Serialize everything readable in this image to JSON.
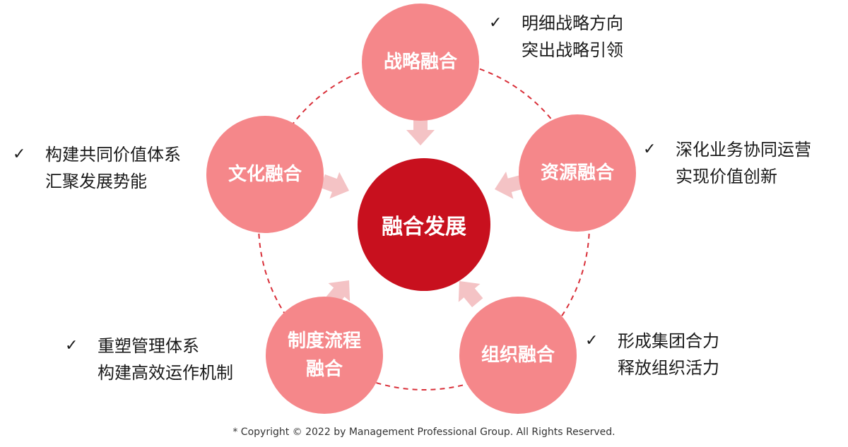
{
  "center": {
    "label": "融合发展",
    "color": "#c8101e"
  },
  "nodes": [
    {
      "id": "strategy",
      "lines": [
        "战略融合"
      ]
    },
    {
      "id": "resource",
      "lines": [
        "资源融合"
      ]
    },
    {
      "id": "organization",
      "lines": [
        "组织融合"
      ]
    },
    {
      "id": "process",
      "lines": [
        "制度流程",
        "融合"
      ]
    },
    {
      "id": "culture",
      "lines": [
        "文化融合"
      ]
    }
  ],
  "notes": [
    {
      "id": "strategy",
      "lines": [
        "明细战略方向",
        "突出战略引领"
      ]
    },
    {
      "id": "resource",
      "lines": [
        "深化业务协同运营",
        "实现价值创新"
      ]
    },
    {
      "id": "organization",
      "lines": [
        "形成集团合力",
        "释放组织活力"
      ]
    },
    {
      "id": "process",
      "lines": [
        "重塑管理体系",
        "构建高效运作机制"
      ]
    },
    {
      "id": "culture",
      "lines": [
        "构建共同价值体系",
        "汇聚发展势能"
      ]
    }
  ],
  "check_icon": "check-mark-icon",
  "colors": {
    "node": "#f5878a",
    "center": "#c8101e",
    "ring": "#d9303a",
    "arrow": "#f4c3c5"
  },
  "copyright": "* Copyright © 2022 by Management Professional Group. All Rights Reserved."
}
